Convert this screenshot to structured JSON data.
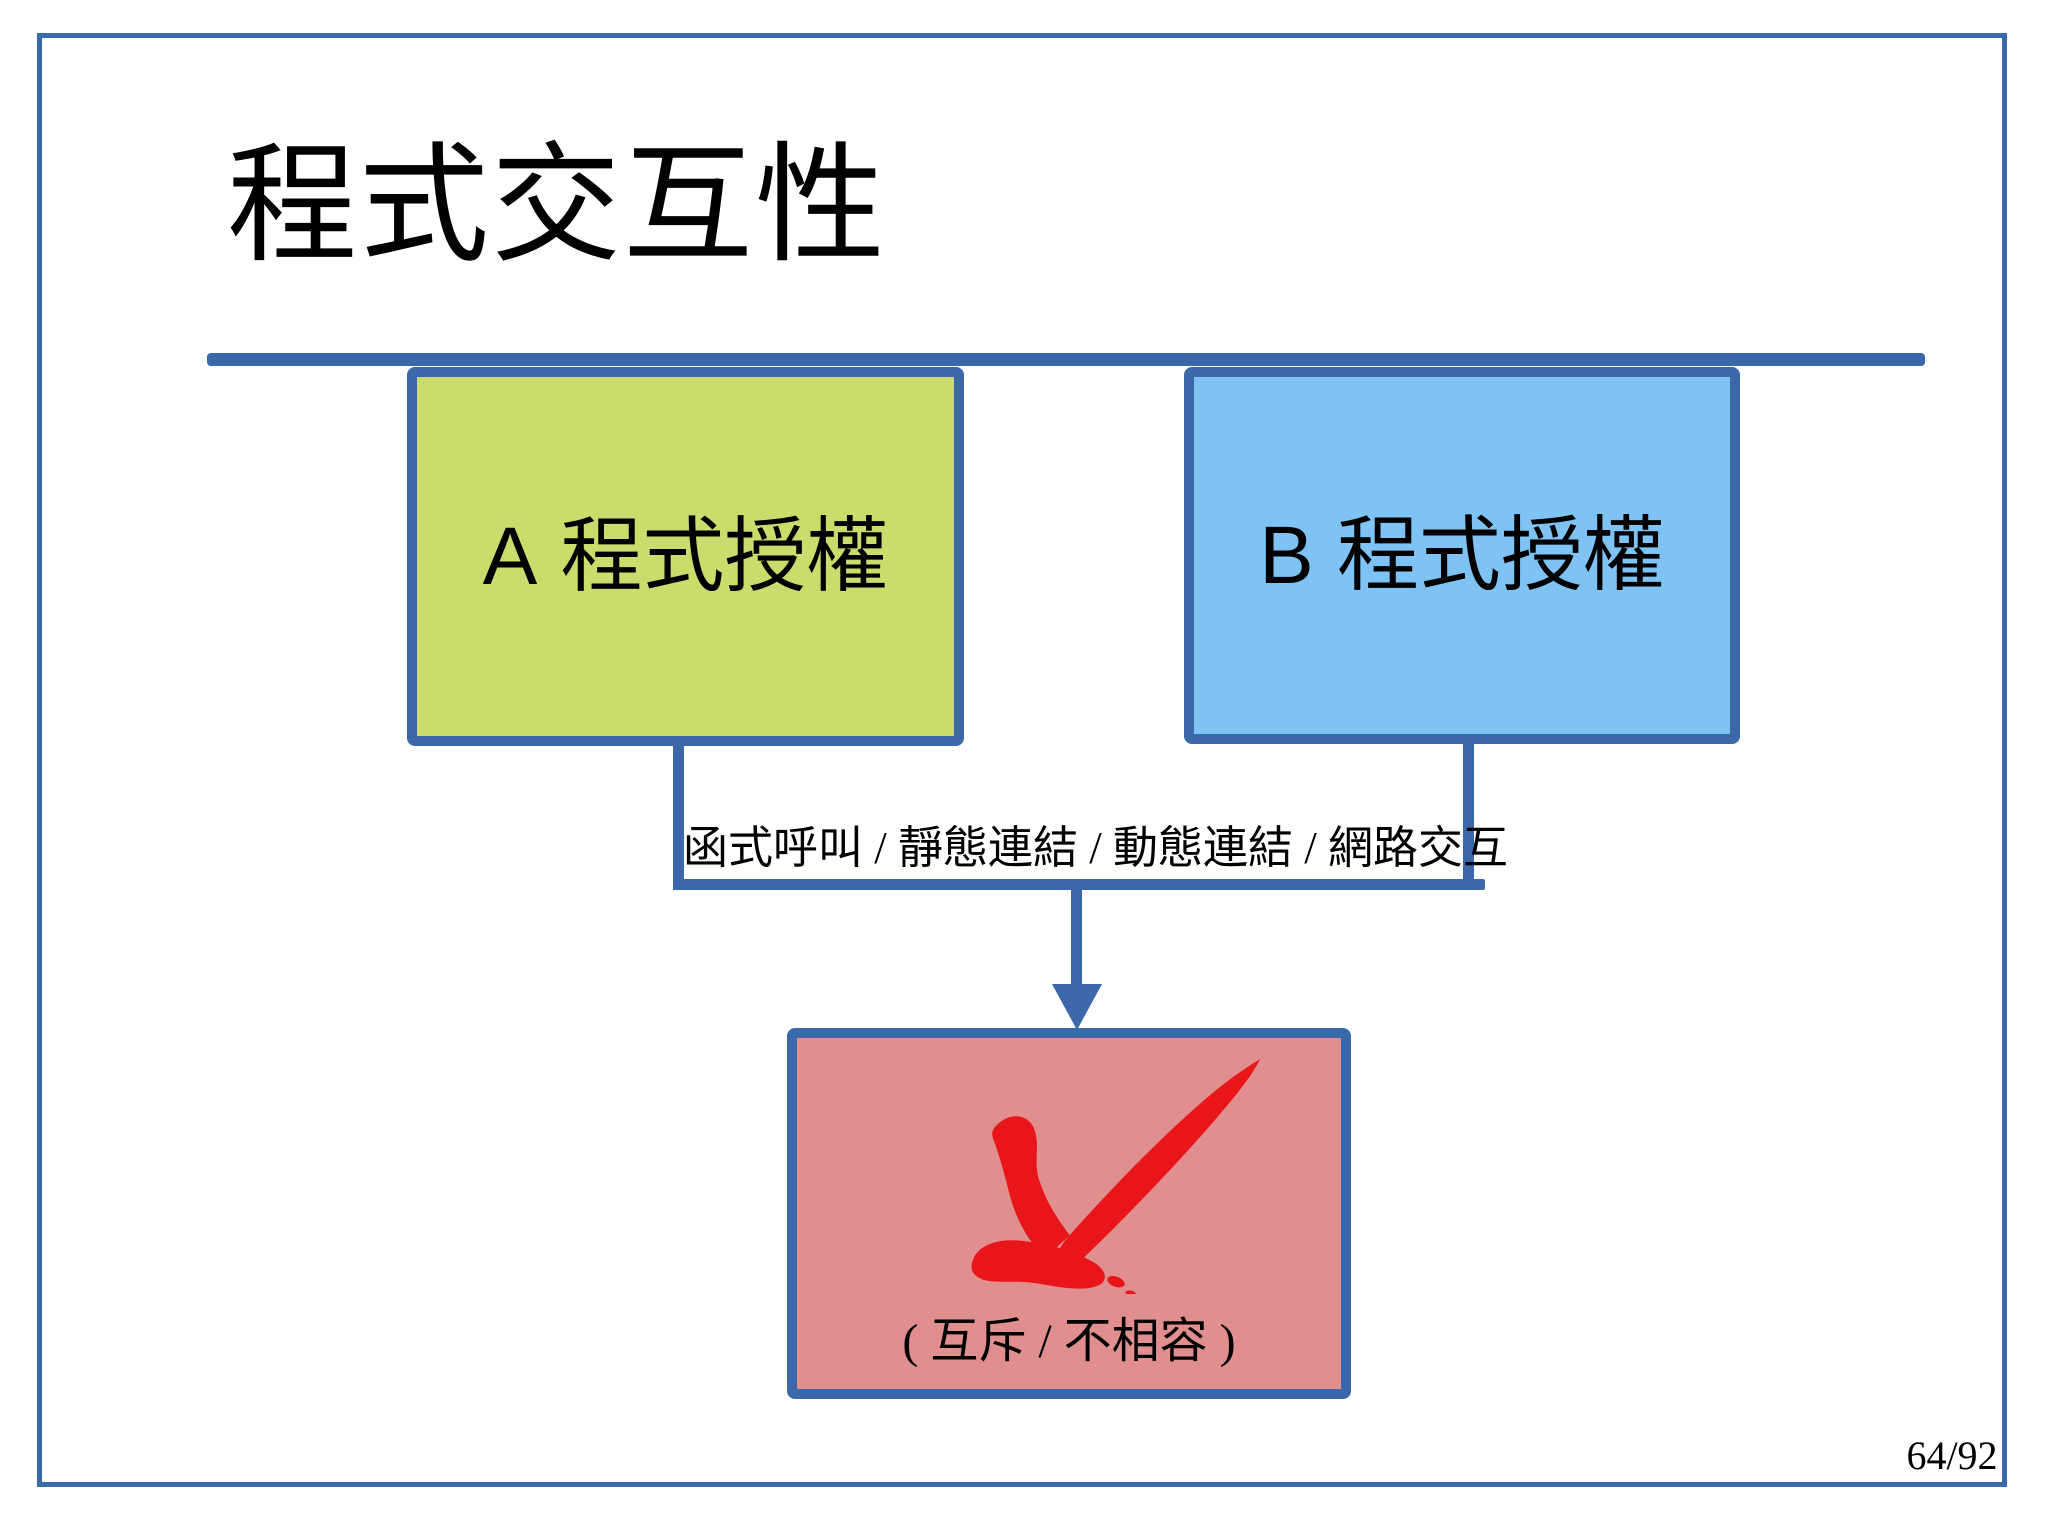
{
  "slide": {
    "title": "程式交互性",
    "page_number": "64/92"
  },
  "diagram": {
    "box_a": {
      "prefix": "A",
      "label": "程式授權"
    },
    "box_b": {
      "prefix": "B",
      "label": "程式授權"
    },
    "connector_label": "函式呼叫 / 靜態連結 / 動態連結 / 網路交互",
    "result_box": {
      "label": "( 互斥 / 不相容 )",
      "icon": "red-brush-x-mark"
    }
  },
  "colors": {
    "accent_blue": "#3a68a8",
    "box_a_fill": "#cbdb6c",
    "box_b_fill": "#7ec3f3",
    "result_fill": "#e08e8e",
    "x_mark_red": "#e8151b"
  }
}
